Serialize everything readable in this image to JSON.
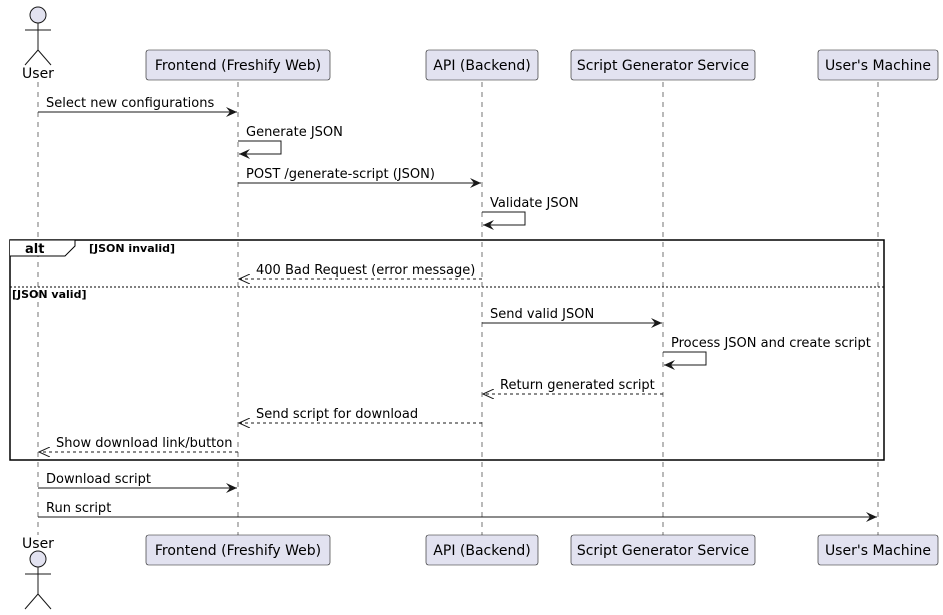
{
  "participants": [
    {
      "id": "user",
      "label": "User",
      "kind": "actor"
    },
    {
      "id": "frontend",
      "label": "Frontend (Freshify Web)",
      "kind": "box"
    },
    {
      "id": "api",
      "label": "API (Backend)",
      "kind": "box"
    },
    {
      "id": "scriptgen",
      "label": "Script Generator Service",
      "kind": "box"
    },
    {
      "id": "machine",
      "label": "User's Machine",
      "kind": "box"
    }
  ],
  "messages": [
    {
      "from": "user",
      "to": "frontend",
      "label": "Select new configurations",
      "style": "solid"
    },
    {
      "from": "frontend",
      "to": "frontend",
      "label": "Generate JSON",
      "style": "solid"
    },
    {
      "from": "frontend",
      "to": "api",
      "label": "POST /generate-script (JSON)",
      "style": "solid"
    },
    {
      "from": "api",
      "to": "api",
      "label": "Validate JSON",
      "style": "solid"
    },
    {
      "from": "api",
      "to": "frontend",
      "label": "400 Bad Request (error message)",
      "style": "dashed"
    },
    {
      "from": "api",
      "to": "scriptgen",
      "label": "Send valid JSON",
      "style": "solid"
    },
    {
      "from": "scriptgen",
      "to": "scriptgen",
      "label": "Process JSON and create script",
      "style": "solid"
    },
    {
      "from": "scriptgen",
      "to": "api",
      "label": "Return generated script",
      "style": "dashed"
    },
    {
      "from": "api",
      "to": "frontend",
      "label": "Send script for download",
      "style": "dashed"
    },
    {
      "from": "frontend",
      "to": "user",
      "label": "Show download link/button",
      "style": "dashed"
    },
    {
      "from": "user",
      "to": "frontend",
      "label": "Download script",
      "style": "solid"
    },
    {
      "from": "user",
      "to": "machine",
      "label": "Run script",
      "style": "solid"
    }
  ],
  "alt_fragment": {
    "keyword": "alt",
    "guards": [
      "[JSON invalid]",
      "[JSON valid]"
    ]
  },
  "colors": {
    "participant_fill": "#e2e2f0",
    "participant_stroke": "#181818",
    "lifeline": "#181818",
    "arrow": "#181818",
    "background": "#ffffff"
  }
}
